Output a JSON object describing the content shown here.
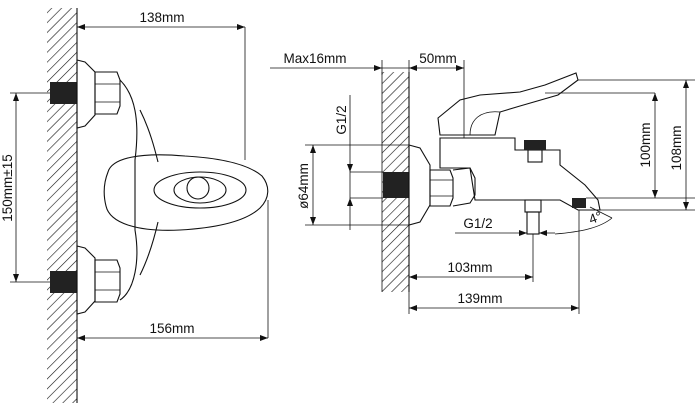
{
  "drawing": {
    "front_view": {
      "overall_depth": "138mm",
      "spout_reach": "156mm",
      "center_distance": "150mm±15"
    },
    "side_view": {
      "wall_thickness": "Max16mm",
      "flange_offset": "50mm",
      "flange_diameter": "ø64mm",
      "inlet_thread": "G1/2",
      "outlet_thread": "G1/2",
      "height_to_outlet": "100mm",
      "overall_height": "108mm",
      "outlet_reach": "103mm",
      "overall_reach": "139mm",
      "angle": "4°"
    }
  }
}
